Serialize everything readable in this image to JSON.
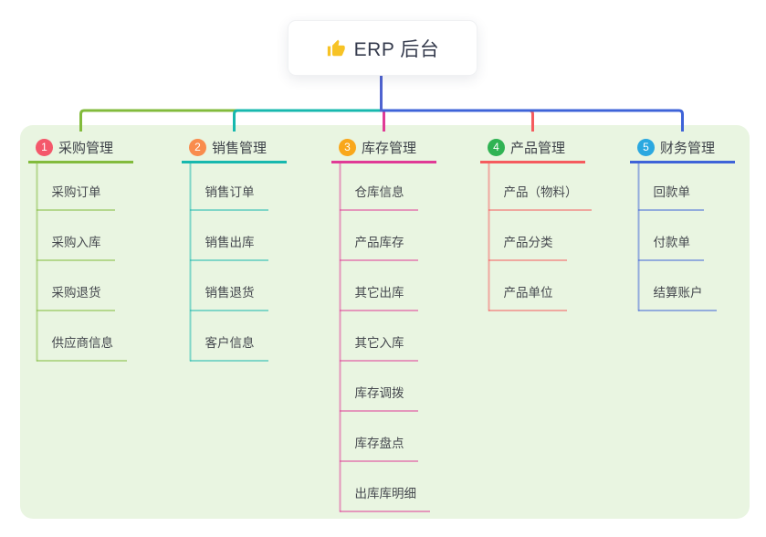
{
  "root": {
    "label": "ERP 后台",
    "icon": "thumbs-up"
  },
  "branches": [
    {
      "id": "purchase",
      "num": "1",
      "label": "采购管理",
      "badge_color": "#F4586B",
      "line_color": "#82BB3C",
      "children": [
        "采购订单",
        "采购入库",
        "采购退货",
        "供应商信息"
      ]
    },
    {
      "id": "sales",
      "num": "2",
      "label": "销售管理",
      "badge_color": "#F98C4D",
      "line_color": "#17B8AE",
      "children": [
        "销售订单",
        "销售出库",
        "销售退货",
        "客户信息"
      ]
    },
    {
      "id": "inventory",
      "num": "3",
      "label": "库存管理",
      "badge_color": "#F9A71B",
      "line_color": "#E03A96",
      "children": [
        "仓库信息",
        "产品库存",
        "其它出库",
        "其它入库",
        "库存调拨",
        "库存盘点",
        "出库库明细"
      ]
    },
    {
      "id": "product",
      "num": "4",
      "label": "产品管理",
      "badge_color": "#30B353",
      "line_color": "#F55B5E",
      "children": [
        "产品（物料）",
        "产品分类",
        "产品单位"
      ]
    },
    {
      "id": "finance",
      "num": "5",
      "label": "财务管理",
      "badge_color": "#2BA8E0",
      "line_color": "#3E63D8",
      "children": [
        "回款单",
        "付款单",
        "结算账户"
      ]
    }
  ],
  "colors": {
    "canvas_bg": "#FFFFFF",
    "panel_bg": "#E9F5E1",
    "root_line": "#4F63D0",
    "root_text": "#353B4D",
    "branch_text": "#3E4249",
    "child_text": "#45484E",
    "badge_text": "#FFFFFF",
    "thumb_yellow": "#F7C325"
  }
}
